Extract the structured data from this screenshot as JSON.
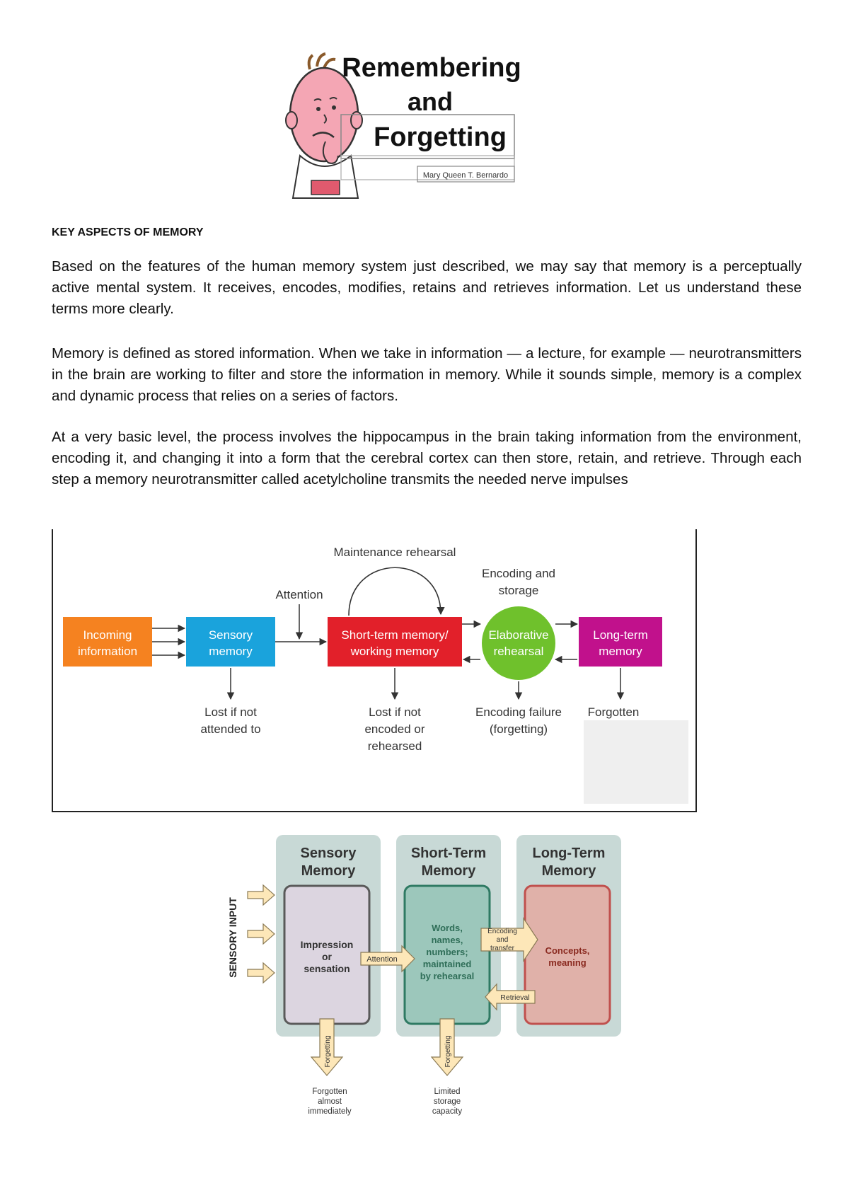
{
  "banner": {
    "title_line1": "Remembering",
    "title_line2": "and",
    "title_line3": "Forgetting",
    "author": "Mary Queen T. Bernardo"
  },
  "section": {
    "heading": "KEY ASPECTS OF MEMORY"
  },
  "paragraphs": [
    "Based on the features of the human memory system just described, we may say that memory is a perceptually active mental system. It receives, encodes, modifies, retains and retrieves information. Let us understand these terms more clearly.",
    "Memory is defined as stored information. When we take in information — a lecture, for example — neurotransmitters in the brain are working to filter and store the information in memory. While it sounds simple, memory is a complex and dynamic process that relies on a series of factors.",
    "At a very basic level, the process involves the hippocampus in the brain taking information from the environment, encoding it, and changing it into a form that the cerebral cortex can then store, retain, and retrieve. Through each step a memory neurotransmitter called acetylcholine transmits the needed nerve impulses"
  ],
  "figure1": {
    "incoming_l1": "Incoming",
    "incoming_l2": "information",
    "sensory_l1": "Sensory",
    "sensory_l2": "memory",
    "stm_l1": "Short-term memory/",
    "stm_l2": "working memory",
    "elab_l1": "Elaborative",
    "elab_l2": "rehearsal",
    "ltm_l1": "Long-term",
    "ltm_l2": "memory",
    "maintenance": "Maintenance rehearsal",
    "attention": "Attention",
    "encoding_l1": "Encoding and",
    "encoding_l2": "storage",
    "lost1_l1": "Lost if not",
    "lost1_l2": "attended to",
    "lost2_l1": "Lost if not",
    "lost2_l2": "encoded or",
    "lost2_l3": "rehearsed",
    "fail_l1": "Encoding failure",
    "fail_l2": "(forgetting)",
    "forgotten": "Forgotten",
    "colors": {
      "incoming": "#f58220",
      "sensory": "#1aa3dc",
      "stm": "#e2202a",
      "elaborative": "#6fc12c",
      "ltm": "#c1118c"
    }
  },
  "figure2": {
    "input_label": "SENSORY INPUT",
    "sensory_l1": "Sensory",
    "sensory_l2": "Memory",
    "stm_l1": "Short-Term",
    "stm_l2": "Memory",
    "ltm_l1": "Long-Term",
    "ltm_l2": "Memory",
    "impression_l1": "Impression",
    "impression_l2": "or",
    "impression_l3": "sensation",
    "words_l1": "Words,",
    "words_l2": "names,",
    "words_l3": "numbers;",
    "words_l4": "maintained",
    "words_l5": "by rehearsal",
    "concepts_l1": "Concepts,",
    "concepts_l2": "meaning",
    "attention": "Attention",
    "encoding_l1": "Encoding",
    "encoding_l2": "and",
    "encoding_l3": "transfer",
    "retrieval": "Retrieval",
    "forgetting": "Forgetting",
    "forgotten_l1": "Forgotten",
    "forgotten_l2": "almost",
    "forgotten_l3": "immediately",
    "limited_l1": "Limited",
    "limited_l2": "storage",
    "limited_l3": "capacity"
  }
}
